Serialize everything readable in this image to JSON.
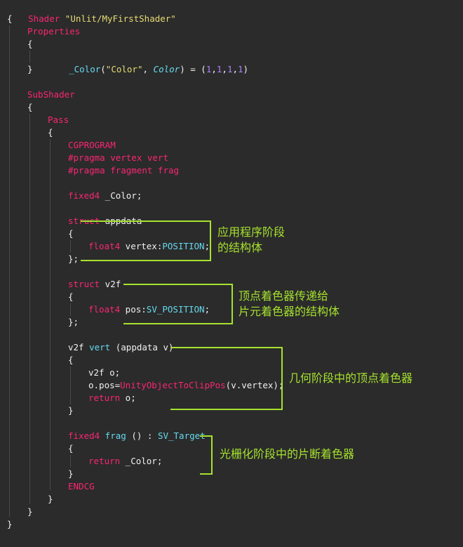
{
  "code": {
    "l1_kw": "Shader",
    "l1_str": "\"Unlit/MyFirstShader\"",
    "brace_open": "{",
    "brace_close": "}",
    "properties": "Properties",
    "color_ident": "_Color",
    "color_paren_open": "(",
    "color_label": "\"Color\"",
    "comma": ",",
    "color_type": "Color",
    "color_rest": ") = (",
    "one": "1",
    "close_paren": ")",
    "subshader": "SubShader",
    "pass": "Pass",
    "cgprogram": "CGPROGRAM",
    "pragma_vertex": "#pragma vertex vert",
    "pragma_fragment": "#pragma fragment frag",
    "fixed4": "fixed4",
    "color_decl": " _Color;",
    "struct": "struct",
    "appdata": " appdata",
    "float4": "float4",
    "vertex_field": " vertex:",
    "position_sem": "POSITION",
    "semicolon": ";",
    "struct_end": "};",
    "v2f": " v2f",
    "pos_field": " pos:",
    "sv_position": "SV_POSITION",
    "v2f_ret": "v2f",
    "vert_fn": " vert",
    "vert_args": " (appdata v)",
    "v2f_o": "v2f o;",
    "opos": "o.pos=",
    "clip_fn": "UnityObjectToClipPos",
    "clip_args": "(v.vertex);",
    "return": "return",
    "return_o": " o;",
    "frag_fn": " frag",
    "frag_args": " () : ",
    "sv_target": "SV_Target",
    "return_color": " _Color;",
    "endcg": "ENDCG"
  },
  "annotations": {
    "app_data": "应用程序阶段\n的结构体",
    "v2f": "顶点着色器传递给\n片元着色器的结构体",
    "vertex_shader": "几何阶段中的顶点着色器",
    "fragment_shader": "光栅化阶段中的片断着色器"
  },
  "colors": {
    "background": "#2b2b2b",
    "keyword": "#f92672",
    "string": "#e6db74",
    "identifier": "#66d9ef",
    "number": "#ae81ff",
    "annotation": "#a6e22e"
  }
}
